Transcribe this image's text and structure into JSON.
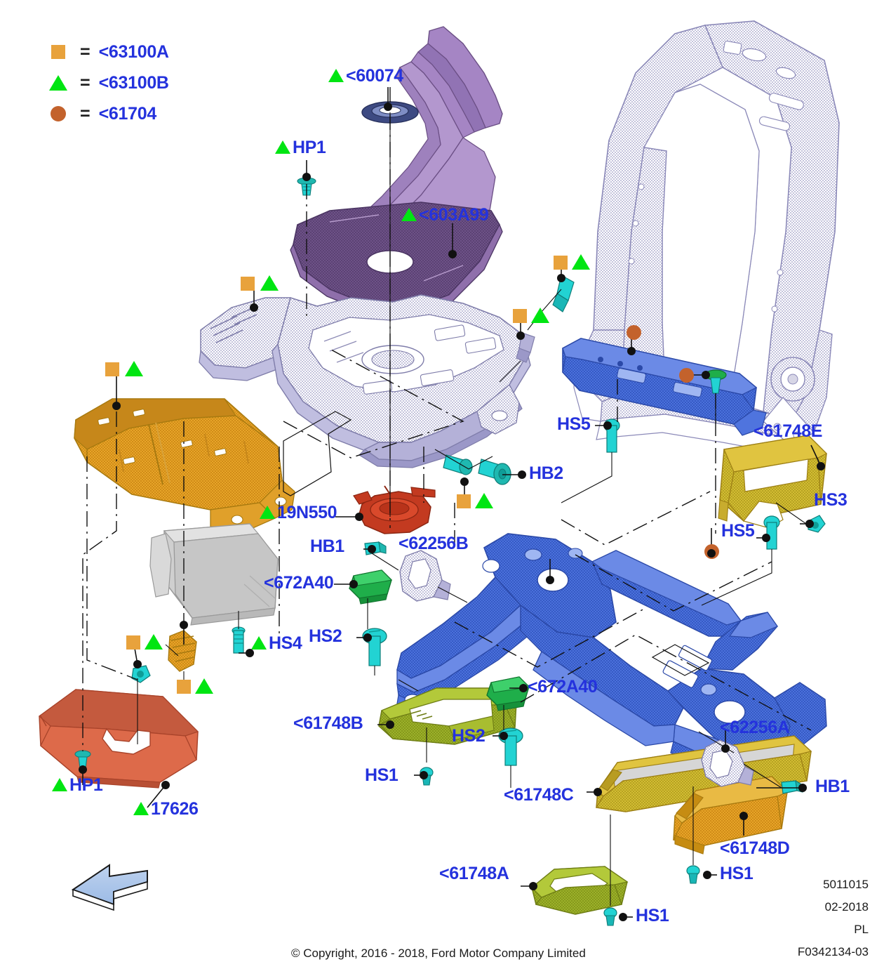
{
  "legend": {
    "items": [
      {
        "symbol": "square",
        "color": "#e8a23c",
        "eq": "=",
        "label": "<63100A"
      },
      {
        "symbol": "triangle",
        "color": "#00e512",
        "eq": "=",
        "label": "<63100B"
      },
      {
        "symbol": "circle",
        "color": "#c3622c",
        "eq": "=",
        "label": "<61704"
      }
    ]
  },
  "callouts": [
    {
      "id": "c60074",
      "text": "<60074",
      "marker": "triangle"
    },
    {
      "id": "hp1_top",
      "text": "HP1",
      "marker": "triangle"
    },
    {
      "id": "c603a99",
      "text": "<603A99",
      "marker": "triangle"
    },
    {
      "id": "n19n550",
      "text": "19N550",
      "marker": "triangle"
    },
    {
      "id": "hb1_mid",
      "text": "HB1",
      "marker": "none"
    },
    {
      "id": "c62256b",
      "text": "<62256B",
      "marker": "none"
    },
    {
      "id": "c672a40_l",
      "text": "<672A40",
      "marker": "none"
    },
    {
      "id": "hs2_left",
      "text": "HS2",
      "marker": "none"
    },
    {
      "id": "hs4",
      "text": "HS4",
      "marker": "triangle"
    },
    {
      "id": "hp1_bot",
      "text": "HP1",
      "marker": "triangle"
    },
    {
      "id": "n17626",
      "text": "17626",
      "marker": "triangle"
    },
    {
      "id": "hb2",
      "text": "HB2",
      "marker": "none"
    },
    {
      "id": "hs5_top",
      "text": "HS5",
      "marker": "none"
    },
    {
      "id": "c61748e",
      "text": "<61748E",
      "marker": "none"
    },
    {
      "id": "hs3",
      "text": "HS3",
      "marker": "none"
    },
    {
      "id": "hs5_bot",
      "text": "HS5",
      "marker": "none"
    },
    {
      "id": "c61748b",
      "text": "<61748B",
      "marker": "none"
    },
    {
      "id": "c672a40_r",
      "text": "<672A40",
      "marker": "none"
    },
    {
      "id": "hs2_right",
      "text": "HS2",
      "marker": "none"
    },
    {
      "id": "hs1_left",
      "text": "HS1",
      "marker": "none"
    },
    {
      "id": "c61748c",
      "text": "<61748C",
      "marker": "none"
    },
    {
      "id": "c62256a",
      "text": "<62256A",
      "marker": "none"
    },
    {
      "id": "hb1_right",
      "text": "HB1",
      "marker": "none"
    },
    {
      "id": "c61748d",
      "text": "<61748D",
      "marker": "none"
    },
    {
      "id": "hs1_right",
      "text": "HS1",
      "marker": "none"
    },
    {
      "id": "c61748a",
      "text": "<61748A",
      "marker": "none"
    },
    {
      "id": "hs1_bot",
      "text": "HS1",
      "marker": "none"
    }
  ],
  "footer": {
    "copyright": "© Copyright, 2016 - 2018, Ford Motor Company Limited",
    "drawing_number": "5011015",
    "date": "02-2018",
    "market": "PL",
    "figure_id": "F0342134-03"
  },
  "colors": {
    "label_blue": "#2432dd",
    "marker_orange": "#e8a23c",
    "marker_green": "#00e512",
    "marker_brown": "#c3622c",
    "part_purple": "#6b4f85",
    "part_lavender": "#aaa8cf",
    "part_orange": "#e0a02a",
    "part_red": "#cc3a22",
    "part_blue": "#3f63d0",
    "part_olive": "#93a820",
    "part_gold": "#cdb330",
    "part_teal": "#22d3d3",
    "part_green": "#1fae4a",
    "part_gray": "#c9c9c9",
    "part_salmon": "#dd6a4a",
    "arrow_blue": "#a9c4ea"
  }
}
